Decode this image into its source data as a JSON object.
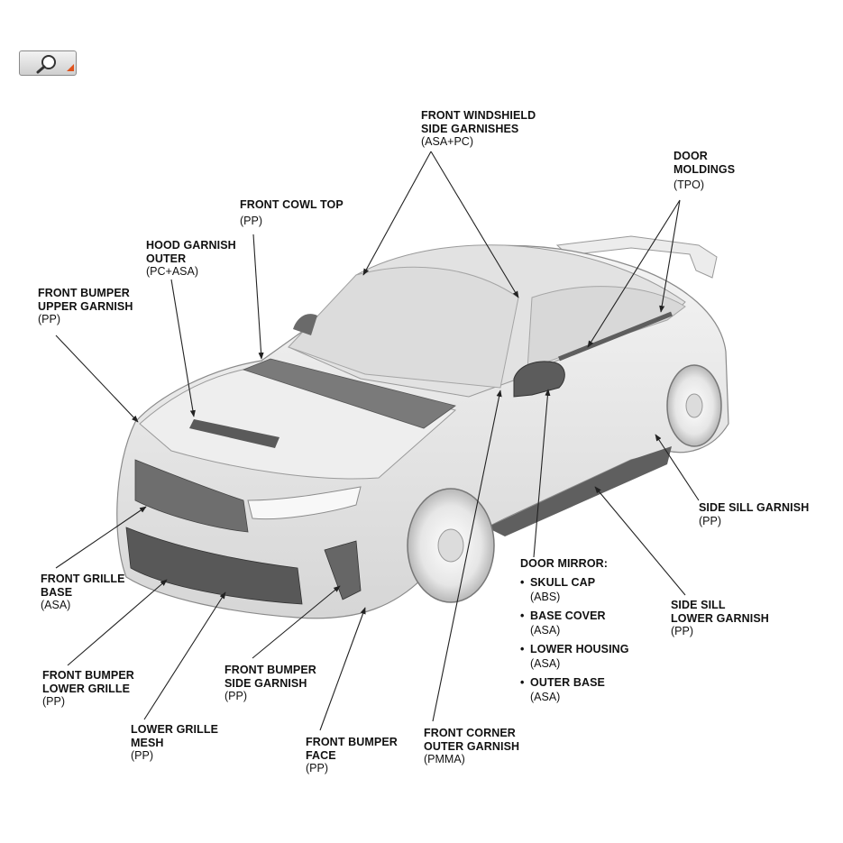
{
  "toolbar": {
    "zoom_icon": "magnifier-zoom-icon"
  },
  "colors": {
    "line": "#222222",
    "car_fill": "#e9e9e9",
    "car_shadow": "#cfcfcf",
    "garnish_dark": "#6b6b6b"
  },
  "labels": {
    "front_windshield": {
      "title": "FRONT WINDSHIELD\nSIDE GARNISHES",
      "material": "(ASA+PC)"
    },
    "door_moldings": {
      "title": "DOOR\nMOLDINGS",
      "material": "(TPO)"
    },
    "front_cowl_top": {
      "title": "FRONT COWL TOP",
      "material": "(PP)"
    },
    "hood_garnish": {
      "title": "HOOD GARNISH\nOUTER",
      "material": "(PC+ASA)"
    },
    "front_bumper_upper": {
      "title": "FRONT BUMPER\nUPPER GARNISH",
      "material": "(PP)"
    },
    "side_sill_garnish": {
      "title": "SIDE SILL GARNISH",
      "material": "(PP)"
    },
    "front_grille_base": {
      "title": "FRONT GRILLE\nBASE",
      "material": "(ASA)"
    },
    "door_mirror": {
      "title": "DOOR MIRROR:",
      "items": [
        {
          "title": "SKULL CAP",
          "material": "(ABS)"
        },
        {
          "title": "BASE COVER",
          "material": "(ASA)"
        },
        {
          "title": "LOWER HOUSING",
          "material": "(ASA)"
        },
        {
          "title": "OUTER BASE",
          "material": "(ASA)"
        }
      ]
    },
    "side_sill_lower": {
      "title": "SIDE SILL\nLOWER GARNISH",
      "material": "(PP)"
    },
    "front_bumper_lower_grille": {
      "title": "FRONT BUMPER\nLOWER GRILLE",
      "material": "(PP)"
    },
    "front_bumper_side": {
      "title": "FRONT BUMPER\nSIDE GARNISH",
      "material": "(PP)"
    },
    "lower_grille_mesh": {
      "title": "LOWER GRILLE\nMESH",
      "material": "(PP)"
    },
    "front_bumper_face": {
      "title": "FRONT BUMPER\nFACE",
      "material": "(PP)"
    },
    "front_corner_outer": {
      "title": "FRONT CORNER\nOUTER GARNISH",
      "material": "(PMMA)"
    }
  }
}
